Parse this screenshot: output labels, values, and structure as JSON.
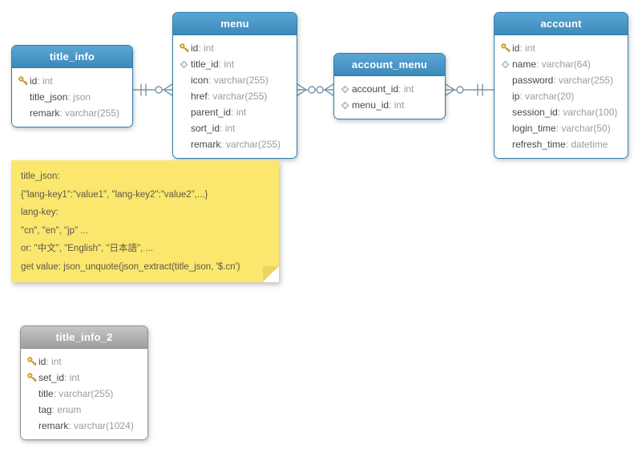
{
  "meta": {
    "separator": ": "
  },
  "colors": {
    "table_header_blue_top": "#5aa6d3",
    "table_header_blue_bottom": "#3d89bb",
    "table_border_blue": "#2f7cab",
    "table_header_gray": "#9e9e9e",
    "note_background": "#fbe76e",
    "connector_line": "#7a96a8",
    "key_icon_gold": "#c2912c",
    "field_name_text": "#474747",
    "field_type_text": "#9b9b9b"
  },
  "tables": {
    "title_info": {
      "title": "title_info",
      "fields": [
        {
          "icon": "primary-key-icon",
          "name": "id",
          "type": "int"
        },
        {
          "icon": "none",
          "name": "title_json",
          "type": "json"
        },
        {
          "icon": "none",
          "name": "remark",
          "type": "varchar(255)"
        }
      ]
    },
    "menu": {
      "title": "menu",
      "fields": [
        {
          "icon": "primary-key-icon",
          "name": "id",
          "type": "int"
        },
        {
          "icon": "foreign-key-diamond-icon",
          "name": "title_id",
          "type": "int"
        },
        {
          "icon": "none",
          "name": "icon",
          "type": "varchar(255)"
        },
        {
          "icon": "none",
          "name": "href",
          "type": "varchar(255)"
        },
        {
          "icon": "none",
          "name": "parent_id",
          "type": "int"
        },
        {
          "icon": "none",
          "name": "sort_id",
          "type": "int"
        },
        {
          "icon": "none",
          "name": "remark",
          "type": "varchar(255)"
        }
      ]
    },
    "account_menu": {
      "title": "account_menu",
      "fields": [
        {
          "icon": "foreign-key-diamond-icon",
          "name": "account_id",
          "type": "int"
        },
        {
          "icon": "foreign-key-diamond-icon",
          "name": "menu_id",
          "type": "int"
        }
      ]
    },
    "account": {
      "title": "account",
      "fields": [
        {
          "icon": "primary-key-icon",
          "name": "id",
          "type": "int"
        },
        {
          "icon": "foreign-key-diamond-icon",
          "name": "name",
          "type": "varchar(64)"
        },
        {
          "icon": "none",
          "name": "password",
          "type": "varchar(255)"
        },
        {
          "icon": "none",
          "name": "ip",
          "type": "varchar(20)"
        },
        {
          "icon": "none",
          "name": "session_id",
          "type": "varchar(100)"
        },
        {
          "icon": "none",
          "name": "login_time",
          "type": "varchar(50)"
        },
        {
          "icon": "none",
          "name": "refresh_time",
          "type": "datetime"
        }
      ]
    },
    "title_info_2": {
      "title": "title_info_2",
      "fields": [
        {
          "icon": "primary-key-icon",
          "name": "id",
          "type": "int"
        },
        {
          "icon": "primary-key-icon",
          "name": "set_id",
          "type": "int"
        },
        {
          "icon": "none",
          "name": "title",
          "type": "varchar(255)"
        },
        {
          "icon": "none",
          "name": "tag",
          "type": "enum"
        },
        {
          "icon": "none",
          "name": "remark",
          "type": "varchar(1024)"
        }
      ]
    }
  },
  "note": {
    "lines": [
      "title_json:",
      "{\"lang-key1\":\"value1\", \"lang-key2\":\"value2\",...}",
      "lang-key:",
      "\"cn\", \"en\", \"jp\" ...",
      "or: \"中文\", \"English\", \"日本語\", ...",
      "get value: json_unquote(json_extract(title_json, '$.cn')"
    ]
  }
}
